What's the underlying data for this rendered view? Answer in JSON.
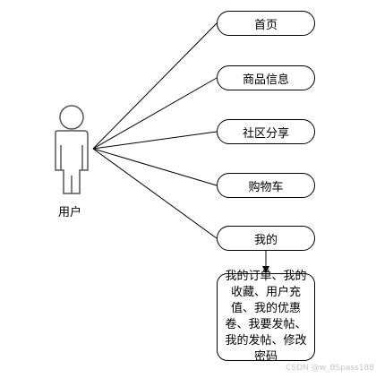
{
  "actor": {
    "label": "用户"
  },
  "nodes": [
    {
      "id": "home",
      "label": "首页"
    },
    {
      "id": "product-info",
      "label": "商品信息"
    },
    {
      "id": "community",
      "label": "社区分享"
    },
    {
      "id": "cart",
      "label": "购物车"
    },
    {
      "id": "mine",
      "label": "我的"
    }
  ],
  "sub_node": {
    "text": "我的订单、我的收藏、用户充值、我的优惠卷、我要发帖、我的发帖、修改密码"
  },
  "watermark": "CSDN @w_BSpass188",
  "colors": {
    "stroke": "#000000",
    "actor_fill": "#ffffff",
    "background": "#ffffff",
    "watermark": "#c8c8c8"
  }
}
